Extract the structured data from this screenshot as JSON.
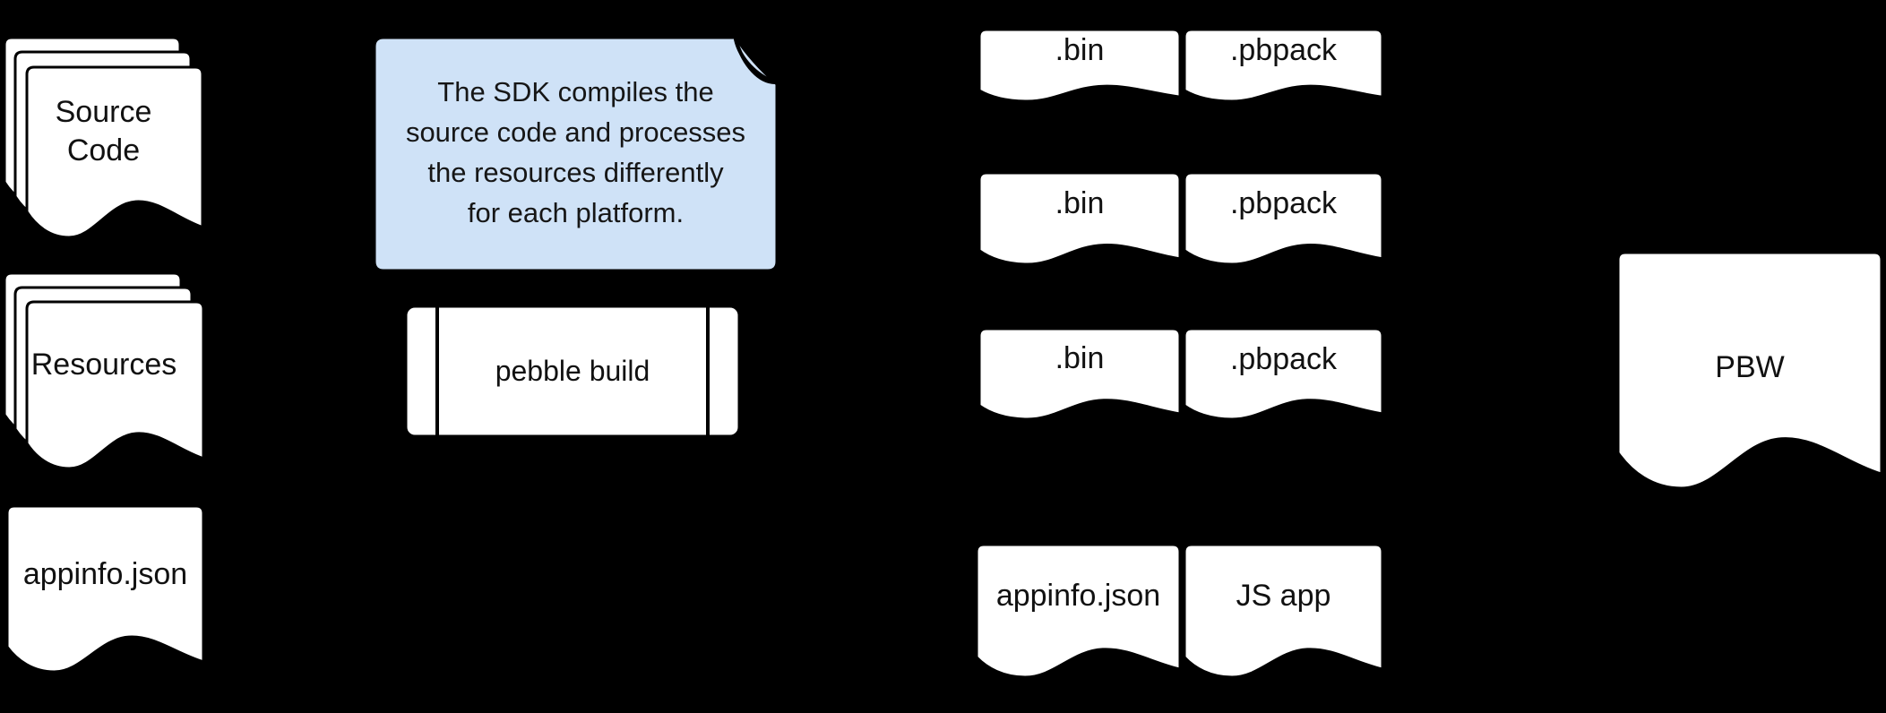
{
  "diagram": {
    "inputs": {
      "source_code_label": "Source\nCode",
      "resources_label": "Resources",
      "appinfo_label": "appinfo.json"
    },
    "note": {
      "lines": [
        "The SDK compiles the",
        "source code and processes",
        "the resources differently",
        "for each platform."
      ],
      "fill": "#cfe2f7",
      "fold_fill": "#9fb4c9"
    },
    "process": {
      "label": "pebble build"
    },
    "outputs": {
      "platform_rows": [
        {
          "binary": ".bin",
          "resource_pack": ".pbpack"
        },
        {
          "binary": ".bin",
          "resource_pack": ".pbpack"
        },
        {
          "binary": ".bin",
          "resource_pack": ".pbpack"
        }
      ],
      "common_row": {
        "manifest": "appinfo.json",
        "javascript": "JS app"
      }
    },
    "result_label": "PBW",
    "colors": {
      "background": "#000000",
      "document_fill": "#ffffff",
      "stroke": "#000000",
      "text": "#111111"
    }
  }
}
